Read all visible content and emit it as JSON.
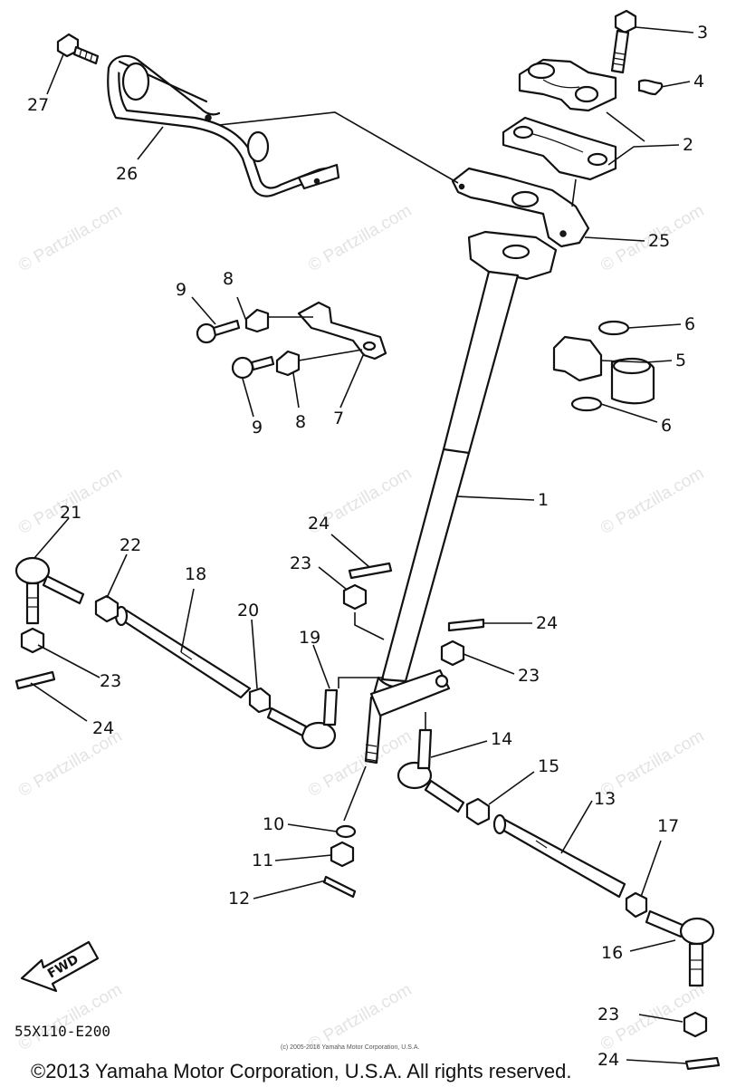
{
  "diagram": {
    "watermark": "© Partzilla.com",
    "drawing_code": "55X110-E200",
    "fwd_label": "FWD",
    "small_copyright": "(c) 2005-2016 Yamaha Motor Corporation, U.S.A.",
    "copyright": "©2013 Yamaha Motor Corporation, U.S.A. All rights reserved.",
    "callouts": [
      {
        "id": "c1",
        "text": "1"
      },
      {
        "id": "c2",
        "text": "2"
      },
      {
        "id": "c3",
        "text": "3"
      },
      {
        "id": "c4",
        "text": "4"
      },
      {
        "id": "c5",
        "text": "5"
      },
      {
        "id": "c6a",
        "text": "6"
      },
      {
        "id": "c6b",
        "text": "6"
      },
      {
        "id": "c7",
        "text": "7"
      },
      {
        "id": "c8a",
        "text": "8"
      },
      {
        "id": "c8b",
        "text": "8"
      },
      {
        "id": "c9a",
        "text": "9"
      },
      {
        "id": "c9b",
        "text": "9"
      },
      {
        "id": "c10",
        "text": "10"
      },
      {
        "id": "c11",
        "text": "11"
      },
      {
        "id": "c12",
        "text": "12"
      },
      {
        "id": "c13",
        "text": "13"
      },
      {
        "id": "c14",
        "text": "14"
      },
      {
        "id": "c15",
        "text": "15"
      },
      {
        "id": "c16",
        "text": "16"
      },
      {
        "id": "c17",
        "text": "17"
      },
      {
        "id": "c18",
        "text": "18"
      },
      {
        "id": "c19",
        "text": "19"
      },
      {
        "id": "c20",
        "text": "20"
      },
      {
        "id": "c21",
        "text": "21"
      },
      {
        "id": "c22",
        "text": "22"
      },
      {
        "id": "c23a",
        "text": "23"
      },
      {
        "id": "c23b",
        "text": "23"
      },
      {
        "id": "c23c",
        "text": "23"
      },
      {
        "id": "c23d",
        "text": "23"
      },
      {
        "id": "c24a",
        "text": "24"
      },
      {
        "id": "c24b",
        "text": "24"
      },
      {
        "id": "c24c",
        "text": "24"
      },
      {
        "id": "c24d",
        "text": "24"
      },
      {
        "id": "c25",
        "text": "25"
      },
      {
        "id": "c26",
        "text": "26"
      },
      {
        "id": "c27",
        "text": "27"
      }
    ]
  }
}
